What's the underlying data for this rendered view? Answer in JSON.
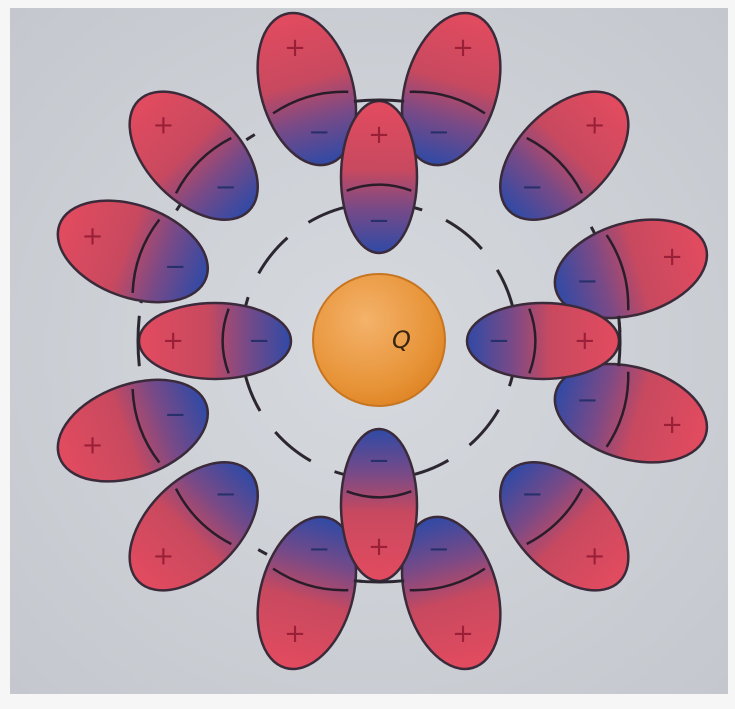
{
  "charge": {
    "label": "Q"
  },
  "symbols": {
    "plus": "+",
    "minus": "−"
  },
  "colors": {
    "positive": "#e34b5f",
    "negative": "#2f4aa6",
    "charge_light": "#f4b26a",
    "charge_dark": "#de8424",
    "background": "#ccd0d6",
    "outline": "#3b2a3a"
  },
  "dipoles": {
    "inner_ring_count": 4,
    "outer_ring_count": 12,
    "orientation": "negative end toward Q"
  }
}
